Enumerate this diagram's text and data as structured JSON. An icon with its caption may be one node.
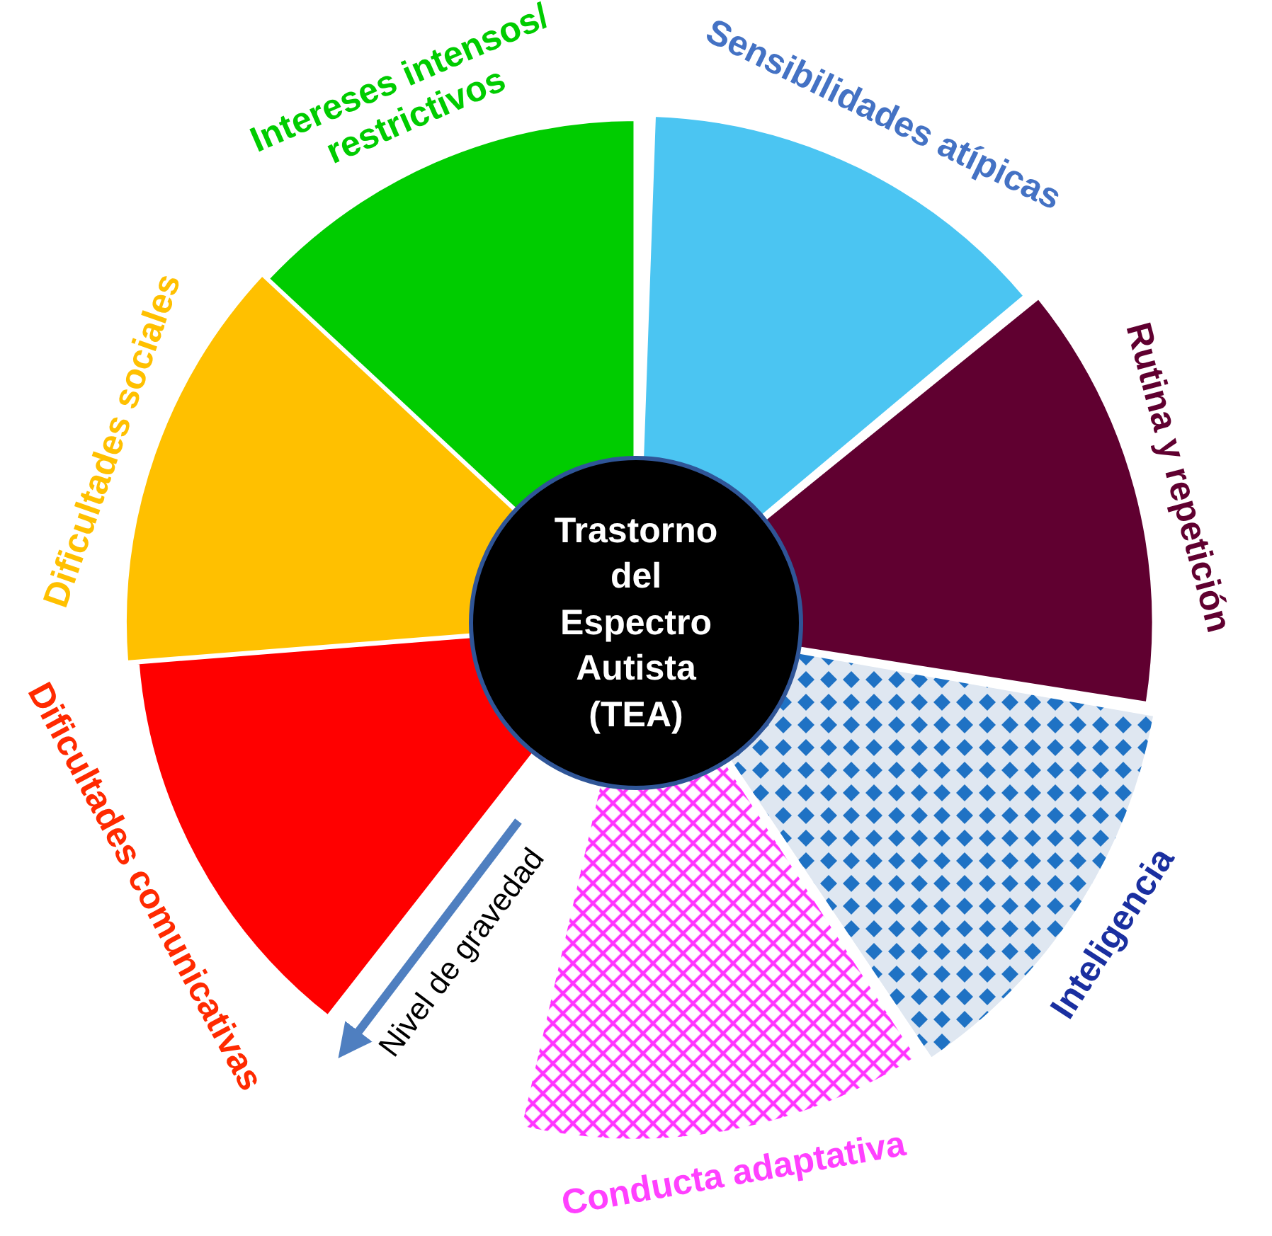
{
  "diagram": {
    "nodes": [
      {
        "text": [
          "Trastorno del Espectro Autista (TEA)"
        ]
      },
      {
        "text": [
          "Intereses intensos/ restrictivos"
        ]
      },
      {
        "text": [
          "Sensibilidades atípicas"
        ]
      },
      {
        "text": [
          "Rutina y repetición"
        ]
      },
      {
        "text": [
          "Inteligencia"
        ]
      },
      {
        "text": [
          "Conducta adaptativa"
        ]
      },
      {
        "text": [
          "Dificultades comunicativas"
        ]
      },
      {
        "text": [
          "Dificultades sociales"
        ]
      }
    ],
    "edges": [],
    "labels": [
      "Nivel de gravedad"
    ]
  }
}
